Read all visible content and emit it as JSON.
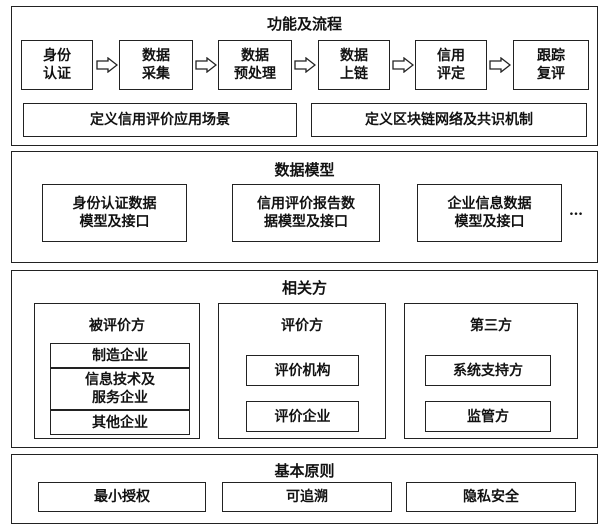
{
  "function_flow": {
    "title": "功能及流程",
    "steps": [
      {
        "line1": "身份",
        "line2": "认证"
      },
      {
        "line1": "数据",
        "line2": "采集"
      },
      {
        "line1": "数据",
        "line2": "预处理"
      },
      {
        "line1": "数据",
        "line2": "上链"
      },
      {
        "line1": "信用",
        "line2": "评定"
      },
      {
        "line1": "跟踪",
        "line2": "复评"
      }
    ],
    "bottom_items": [
      "定义信用评价应用场景",
      "定义区块链网络及共识机制"
    ]
  },
  "data_model": {
    "title": "数据模型",
    "items": [
      {
        "line1": "身份认证数据",
        "line2": "模型及接口"
      },
      {
        "line1": "信用评价报告数",
        "line2": "据模型及接口"
      },
      {
        "line1": "企业信息数据",
        "line2": "模型及接口"
      }
    ],
    "ellipsis": "…"
  },
  "stakeholders": {
    "title": "相关方",
    "groups": [
      {
        "title": "被评价方",
        "items": [
          "制造企业",
          "信息技术及\n服务企业",
          "其他企业"
        ]
      },
      {
        "title": "评价方",
        "items": [
          "评价机构",
          "评价企业"
        ]
      },
      {
        "title": "第三方",
        "items": [
          "系统支持方",
          "监管方"
        ]
      }
    ]
  },
  "principles": {
    "title": "基本原则",
    "items": [
      "最小授权",
      "可追溯",
      "隐私安全"
    ]
  }
}
